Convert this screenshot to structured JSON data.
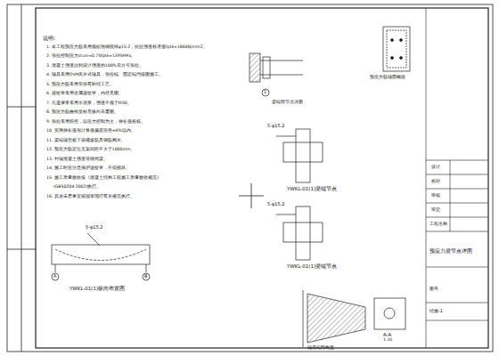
{
  "diagram": {
    "labels": [
      "说明:",
      "1. 本工程预应力筋采用低松弛钢绞线φ15.2，抗拉强度标准值fptk=1860N/mm2。",
      "2. 张拉控制应力σcon=0.75fptk=1395MPa。",
      "3. 混凝土强度达到设计强度的100%后方可张拉。",
      "4. 锚具采用OVM夹片式锚具，张拉端、固定端均按图施工。",
      "5. 预应力筋采用后张有粘结工艺。",
      "6. 波纹管采用金属波纹管，内径见图。",
      "7. 孔道灌浆采用水泥浆，强度不低于M30。",
      "8. 预应力筋曲线坐标见纵向布置图。",
      "9. 张拉采用双控，以应力控制为主，伸长值校核。",
      "10. 实测伸长值与计算值偏差应在±6%以内。",
      "11. 梁端锚垫板下设螺旋筋及钢筋网片。",
      "12. 预应力筋定位支架间距不大于1000mm。",
      "13. 封锚混凝土强度等级同梁。",
      "14. 施工时应注意保护波纹管，不得损坏。",
      "15. 施工质量验收按《混凝土结构工程施工质量验收规范》",
      "(GB50204-2002)执行。",
      "16. 其余未尽事宜按国家现行有关规范执行。",
      "5-φ15.2",
      "YWKL-01(1)纵向布置图",
      "A",
      "B",
      "1",
      "梁端部节点详图",
      "预应力筋锚固截面",
      "5-φ15.2",
      "YWKL-01(1)梁端节点",
      "5-φ15.2",
      "YWKL-01(1)梁端节点",
      "锚具端部构造",
      "A-A",
      "1:20",
      "设计",
      "校对",
      "审核",
      "审定",
      "工程名称",
      "预应力梁节点详图",
      "图号",
      "结施-1"
    ]
  }
}
